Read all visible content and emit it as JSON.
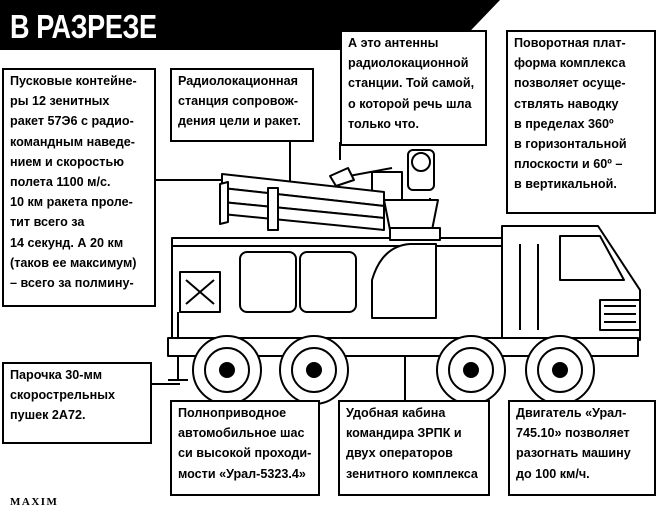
{
  "title": "В РАЗРЕЗЕ",
  "logo": "MAXIM",
  "callouts": [
    {
      "id": "launchers",
      "lines": [
        "Пусковые контейне-",
        "ры 12 зенитных",
        "ракет 57Э6 с радио-",
        "командным наведе-",
        "нием и скоростью",
        "полета 1100 м/с.",
        "10 км ракета проле-",
        "тит всего за",
        "14 секунд. А 20 км",
        "(таков ее максимум)",
        "– всего за полмину-"
      ]
    },
    {
      "id": "radar",
      "lines": [
        "Радиолокационная",
        "станция сопровож-",
        "дения цели и ракет."
      ]
    },
    {
      "id": "antennas",
      "lines": [
        "А это антенны",
        "радиолокационной",
        "станции. Той самой,",
        "о которой речь шла",
        "только что."
      ]
    },
    {
      "id": "platform",
      "lines": [
        "Поворотная плат-",
        "форма комплекса",
        "позволяет осуще-",
        "ствлять наводку",
        "в пределах 360º",
        "в горизонтальной",
        "плоскости и 60º –",
        "в вертикальной."
      ]
    },
    {
      "id": "guns",
      "lines": [
        "Парочка 30-мм",
        "скорострельных",
        "пушек 2А72."
      ]
    },
    {
      "id": "chassis",
      "lines": [
        "Полноприводное",
        "автомобильное шас",
        "си высокой проходи-",
        "мости «Урал-5323.4»"
      ]
    },
    {
      "id": "cabin",
      "lines": [
        "Удобная кабина",
        "командира ЗРПК и",
        "двух операторов",
        "зенитного комплекса"
      ]
    },
    {
      "id": "engine",
      "lines": [
        "Двигатель «Урал-",
        "745.10» позволяет",
        "разогнать машину",
        "до 100 км/ч."
      ]
    }
  ]
}
